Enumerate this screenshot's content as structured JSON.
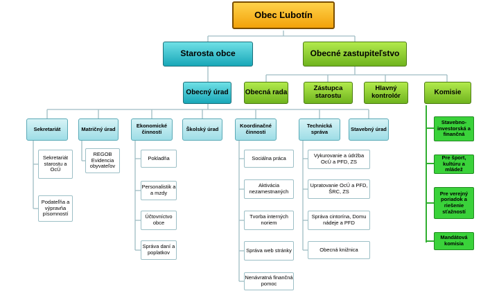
{
  "root": "Obec Ľubotín",
  "level1": {
    "starosta": "Starosta obce",
    "zastupitelstvo": "Obecné zastupiteľstvo"
  },
  "level2": {
    "urad": "Obecný úrad",
    "rada": "Obecná rada",
    "zastupca": "Zástupca starostu",
    "kontrolor": "Hlavný kontrolór",
    "komisie": "Komisie"
  },
  "departments": [
    {
      "label": "Sekretariát",
      "items": [
        "Sekretariát starostu a OcÚ",
        "Podateľňa a výpravňa písomností"
      ]
    },
    {
      "label": "Matričný úrad",
      "items": [
        "REGOB Evidencia obyvateľov"
      ]
    },
    {
      "label": "Ekonomické činnosti",
      "items": [
        "Pokladňa",
        "Personalistik a a mzdy",
        "Účtovníctvo obce",
        "Správa daní a poplatkov"
      ]
    },
    {
      "label": "Školský úrad",
      "items": []
    },
    {
      "label": "Koordinačné činnosti",
      "items": [
        "Sociálna práca",
        "Aktivácia nezamestnaných",
        "Tvorba interných noriem",
        "Správa web stránky",
        "Nenávratná finančná pomoc"
      ]
    },
    {
      "label": "Technická správa",
      "items": [
        "Vykurovanie a údržba OcÚ a PFD, ZS",
        "Upratovanie OcÚ a PFD, ŠRC, ZS",
        "Správa cintorína, Domu nádeje a PFD",
        "Obecná knižnica"
      ]
    },
    {
      "label": "Stavebný úrad",
      "items": []
    }
  ],
  "commissions": [
    "Stavebno-investorská a finančná",
    "Pre šport, kultúru a mládež",
    "Pre verejný poriadok a riešenie sťažností",
    "Mandátová komisia"
  ],
  "colors": {
    "root": "#f2a20a",
    "teal": "#18a7b8",
    "green": "#6fb41e",
    "commission": "#3ad23a",
    "connector": "#9fbcc4"
  }
}
